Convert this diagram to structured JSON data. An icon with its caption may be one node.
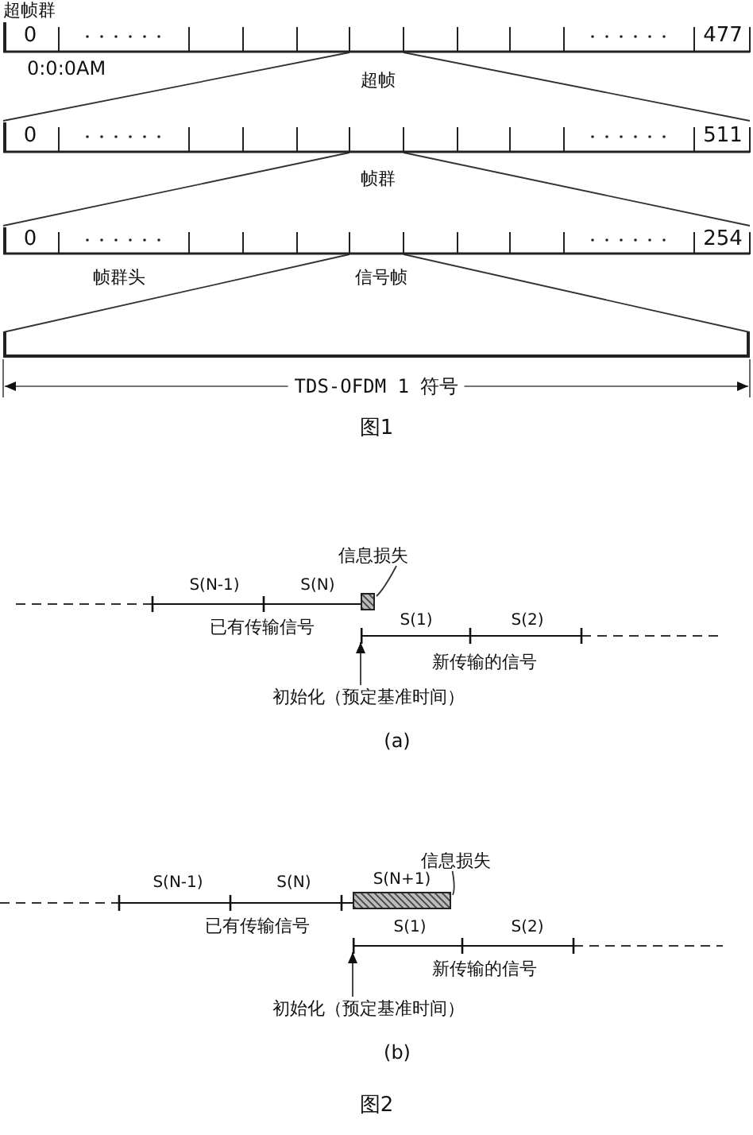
{
  "diagram": {
    "nodes": [
      {
        "text": [
          "超帧群",
          "0",
          "477"
        ]
      },
      {
        "text": [
          "0",
          "511"
        ]
      },
      {
        "text": [
          "0",
          "254"
        ]
      },
      {
        "text": [],
        "shape": "bar"
      },
      {
        "text": [
          "信息损失"
        ]
      },
      {
        "text": [],
        "shape": "box"
      },
      {
        "text": [],
        "shape": "line"
      },
      {
        "text": [
          "初始化（预定基准时间）"
        ]
      },
      {
        "text": [
          "信息损失"
        ]
      },
      {
        "text": [
          "S(N+1)"
        ]
      },
      {
        "text": [],
        "shape": "line"
      },
      {
        "text": [
          "初始化（预定基准时间）"
        ]
      }
    ],
    "edges": [
      {
        "from": 0,
        "to": 1,
        "arrow": "none"
      },
      {
        "from": 0,
        "to": 1,
        "arrow": "none"
      },
      {
        "from": 1,
        "to": 2,
        "arrow": "none"
      },
      {
        "from": 1,
        "to": 2,
        "arrow": "none"
      },
      {
        "from": 2,
        "to": 3,
        "arrow": "none"
      },
      {
        "from": 2,
        "to": 3,
        "arrow": "none"
      },
      {
        "from": 4,
        "to": 5,
        "arrow": "none"
      },
      {
        "from": 7,
        "to": 6,
        "arrow": "to"
      },
      {
        "from": 8,
        "to": 9,
        "arrow": "none"
      },
      {
        "from": 11,
        "to": 10,
        "arrow": "to"
      }
    ],
    "labels": [
      "0:0:0AM",
      "超帧",
      "帧群",
      "帧群头",
      "信号帧",
      "TDS-OFDM 1 符号",
      "图1",
      "S(N-1)",
      "S(N)",
      "已有传输信号",
      "S(1)",
      "S(2)",
      "新传输的信号",
      "(a)",
      "S(N-1)",
      "S(N)",
      "已有传输信号",
      "S(1)",
      "S(2)",
      "新传输的信号",
      "(b)",
      "图2"
    ]
  }
}
